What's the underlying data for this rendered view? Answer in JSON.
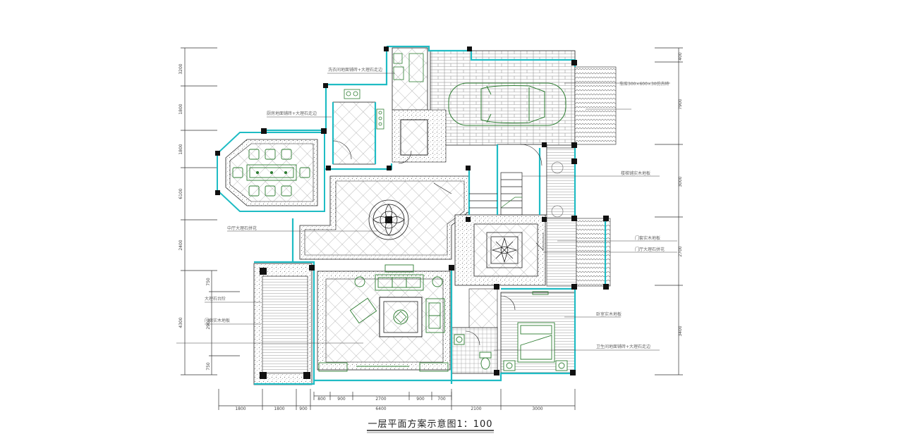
{
  "title": "一层平面方案示意图1：100",
  "colors": {
    "wall": "#1fbcc4",
    "line": "#222222",
    "furniture": "#2e7d32",
    "tile": "#bbbbbb",
    "wood": "#555555"
  },
  "left_dims": [
    "3200",
    "1800",
    "1800",
    "6100",
    "2400",
    "4300"
  ],
  "left_inner_dims": [
    "750",
    "2900",
    "750"
  ],
  "right_dims": [
    "400",
    "7900",
    "3000",
    "2700",
    "3400"
  ],
  "bottom_dims_upper": [
    "800",
    "900",
    "2700",
    "900",
    "700"
  ],
  "bottom_dims_lower": [
    "1800",
    "1800",
    "900",
    "6400",
    "2100",
    "3000"
  ],
  "labels": {
    "laundry": "洗衣间地面铺砖+大理石走边",
    "kitchen": "厨房地面铺砖+大理石走边",
    "garage": "车库300×600×30仿古砖",
    "stairs": "楼梯铺实木地板",
    "hall": "中厅大理石拼花",
    "foyer_door": "门套实木地板",
    "foyer": "门厅大理石拼花",
    "terrace1": "大理石台阶",
    "terrace2": "门廊实木地板",
    "bedroom": "卧室实木地板",
    "bathroom": "卫生间地面铺砖+大理石走边"
  }
}
